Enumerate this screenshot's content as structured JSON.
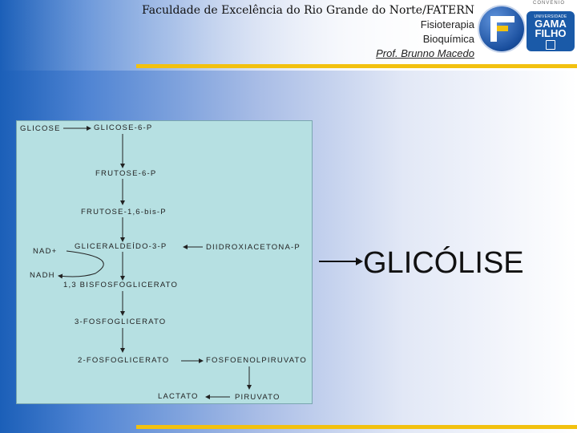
{
  "header": {
    "institution": "Faculdade de Excelência do Rio Grande do Norte/FATERN",
    "course": "Fisioterapia",
    "subject": "Bioquímica",
    "professor": "Prof. Brunno Macedo"
  },
  "logos": {
    "left_icon": "fatern-logo-icon",
    "right_small_text": "UNIVERSIDADE",
    "right_name": "GAMA FILHO",
    "top_text": "CONVENIO"
  },
  "title": "GLICÓLISE",
  "pathway": {
    "glicose": "GLICOSE",
    "glicose6p": "GLICOSE-6-P",
    "frutose6p": "FRUTOSE-6-P",
    "frutose16bis": "FRUTOSE-1,6-bis-P",
    "gliceraldeido": "GLICERALDEÍDO-3-P",
    "dihidroxi": "DIIDROXIACETONA-P",
    "nad": "NAD+",
    "nadh": "NADH",
    "bisfosfo": "1,3 BISFOSFOGLICERATO",
    "fosfo3": "3-FOSFOGLICERATO",
    "fosfo2": "2-FOSFOGLICERATO",
    "fosfoenol": "FOSFOENOLPIRUVATO",
    "lactato": "LACTATO",
    "piruvato": "PIRUVATO"
  },
  "colors": {
    "diagram_bg": "#b6e0e2",
    "accent_bar": "#f2c10f",
    "gradient_start": "#1b5fb8"
  }
}
